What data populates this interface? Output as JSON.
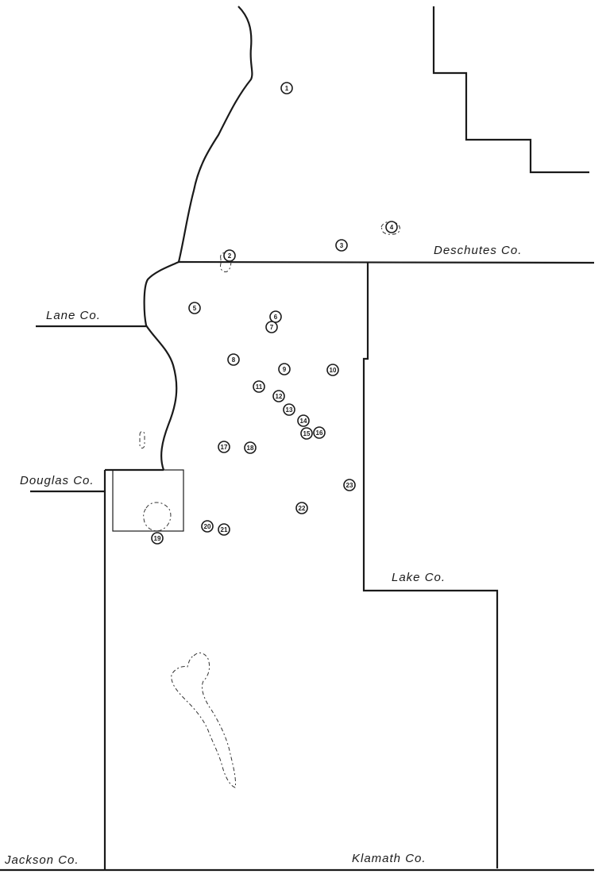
{
  "map": {
    "counties": {
      "deschutes": "Deschutes Co.",
      "lane": "Lane Co.",
      "douglas": "Douglas Co.",
      "lake": "Lake Co.",
      "jackson": "Jackson Co.",
      "klamath": "Klamath Co."
    },
    "sites": [
      {
        "id": "1"
      },
      {
        "id": "2"
      },
      {
        "id": "3"
      },
      {
        "id": "4"
      },
      {
        "id": "5"
      },
      {
        "id": "6"
      },
      {
        "id": "7"
      },
      {
        "id": "8"
      },
      {
        "id": "9"
      },
      {
        "id": "10"
      },
      {
        "id": "11"
      },
      {
        "id": "12"
      },
      {
        "id": "13"
      },
      {
        "id": "14"
      },
      {
        "id": "15"
      },
      {
        "id": "16"
      },
      {
        "id": "17"
      },
      {
        "id": "18"
      },
      {
        "id": "19"
      },
      {
        "id": "20"
      },
      {
        "id": "21"
      },
      {
        "id": "22"
      },
      {
        "id": "23"
      }
    ]
  }
}
